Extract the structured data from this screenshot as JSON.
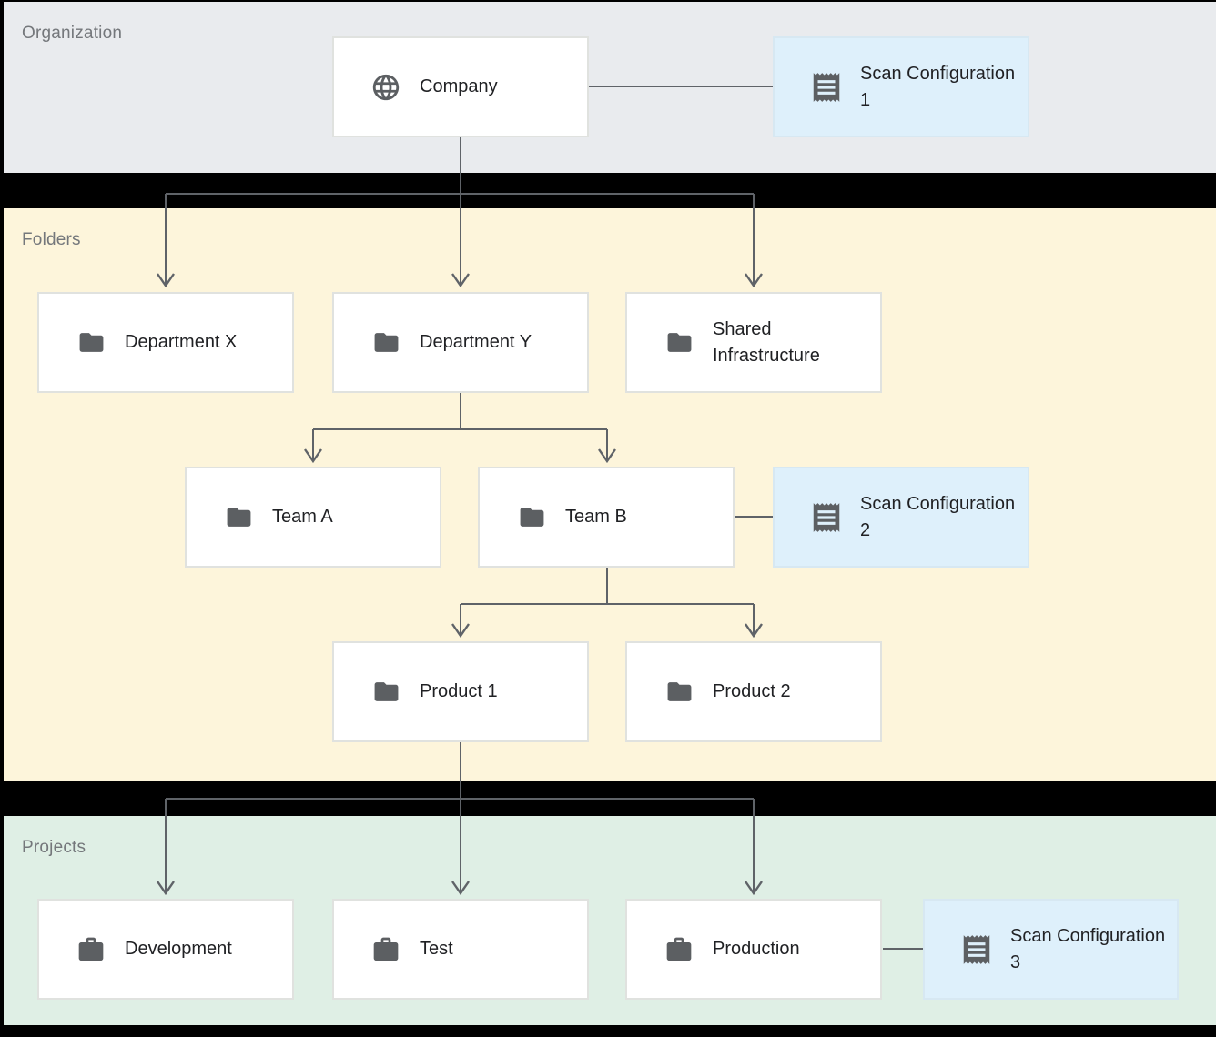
{
  "bands": [
    {
      "label": "Organization"
    },
    {
      "label": "Folders"
    },
    {
      "label": "Projects"
    }
  ],
  "nodes": [
    {
      "label": "Company",
      "icon": "globe-icon",
      "band": "Organization",
      "variant": "entity"
    },
    {
      "label": "Scan Configuration 1",
      "icon": "receipt-icon",
      "band": "Organization",
      "variant": "scan-config"
    },
    {
      "label": "Department X",
      "icon": "folder-icon",
      "band": "Folders",
      "variant": "entity"
    },
    {
      "label": "Department Y",
      "icon": "folder-icon",
      "band": "Folders",
      "variant": "entity"
    },
    {
      "label": "Shared Infrastructure",
      "icon": "folder-icon",
      "band": "Folders",
      "variant": "entity"
    },
    {
      "label": "Team A",
      "icon": "folder-icon",
      "band": "Folders",
      "variant": "entity"
    },
    {
      "label": "Team B",
      "icon": "folder-icon",
      "band": "Folders",
      "variant": "entity"
    },
    {
      "label": "Scan Configuration 2",
      "icon": "receipt-icon",
      "band": "Folders",
      "variant": "scan-config"
    },
    {
      "label": "Product 1",
      "icon": "folder-icon",
      "band": "Folders",
      "variant": "entity"
    },
    {
      "label": "Product 2",
      "icon": "folder-icon",
      "band": "Folders",
      "variant": "entity"
    },
    {
      "label": "Development",
      "icon": "briefcase-icon",
      "band": "Projects",
      "variant": "entity"
    },
    {
      "label": "Test",
      "icon": "briefcase-icon",
      "band": "Projects",
      "variant": "entity"
    },
    {
      "label": "Production",
      "icon": "briefcase-icon",
      "band": "Projects",
      "variant": "entity"
    },
    {
      "label": "Scan Configuration 3",
      "icon": "receipt-icon",
      "band": "Projects",
      "variant": "scan-config"
    }
  ],
  "edges": {
    "hierarchy": [
      "Company → Department X",
      "Company → Department Y",
      "Company → Shared Infrastructure",
      "Department Y → Team A",
      "Department Y → Team B",
      "Team B → Product 1",
      "Team B → Product 2",
      "Product 1 → Development",
      "Product 1 → Test",
      "Product 1 → Production"
    ],
    "attachments": [
      "Company — Scan Configuration 1",
      "Team B — Scan Configuration 2",
      "Production — Scan Configuration 3"
    ]
  },
  "colors": {
    "background": "#000000",
    "organization_band": "#e9ebee",
    "folders_band": "#fdf5db",
    "projects_band": "#dfefe5",
    "node_background": "#ffffff",
    "node_border": "#e0e2df",
    "scan_config_background": "#def0fb",
    "connector": "#5f6368",
    "icon": "#5c5f62",
    "label_text": "#202124",
    "band_label_text": "#74777b"
  }
}
